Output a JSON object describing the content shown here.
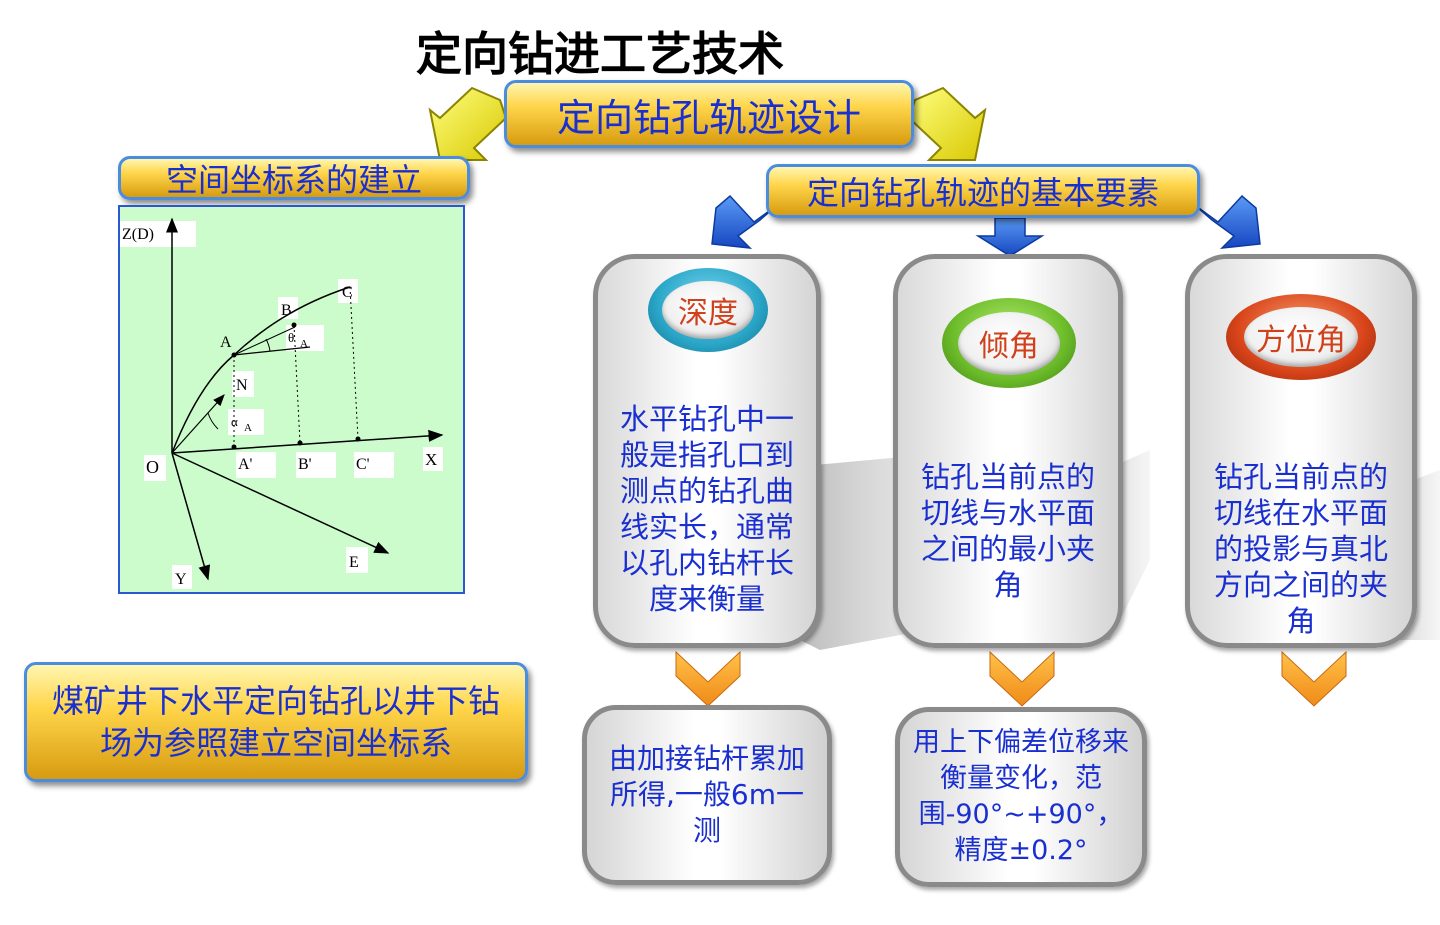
{
  "title": "定向钻进工艺技术",
  "design_label": "定向钻孔轨迹设计",
  "coord_label": "空间坐标系的建立",
  "elements_label": "定向钻孔轨迹的基本要素",
  "statement": "煤矿井下水平定向钻孔以井下钻场为参照建立空间坐标系",
  "diagram": {
    "labels": {
      "z": "Z(D)",
      "o": "O",
      "x": "X",
      "y": "Y",
      "e": "E",
      "a": "A",
      "b": "B",
      "c": "C",
      "n": "N",
      "a_proj": "A'",
      "b_proj": "B'",
      "c_proj": "C'",
      "alpha": "α",
      "alpha_sub": "A",
      "theta": "θ",
      "theta_sub": "A"
    }
  },
  "cards": [
    {
      "badge": "深度",
      "badge_color": "#2aa6c8",
      "description": "水平钻孔中一般是指孔口到测点的钻孔曲线实长，通常以孔内钻杆长度来衡量",
      "detail": "由加接钻杆累加所得,一般6m一测"
    },
    {
      "badge": "倾角",
      "badge_color": "#6cbc2a",
      "description": "钻孔当前点的切线与水平面之间的最小夹角",
      "detail": "用上下偏差位移来衡量变化，范围-90°~+90°，精度±0.2°"
    },
    {
      "badge": "方位角",
      "badge_color": "#d9441a",
      "description": "钻孔当前点的切线在水平面的投影与真北方向之间的夹角",
      "detail": ""
    }
  ],
  "colors": {
    "text_blue": "#1a2fd0",
    "gold": "#ffd54a",
    "border_blue": "#4a8de0",
    "chevron_orange": "#f59a2a",
    "arrow_yellow": "#f5f000",
    "arrow_blue": "#1f5fd8",
    "panel_green": "#ccfccc"
  }
}
